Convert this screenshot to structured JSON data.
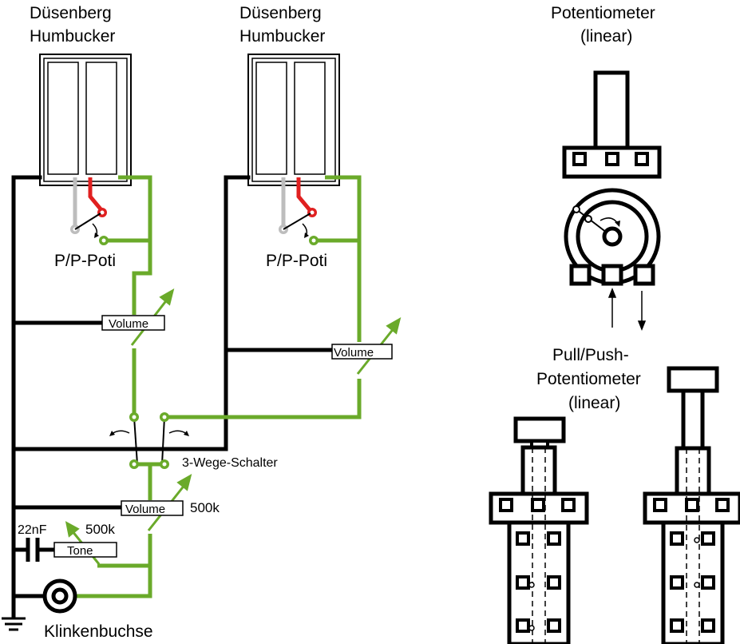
{
  "labels": {
    "pickup1_line1": "Düsenberg",
    "pickup1_line2": "Humbucker",
    "pickup2_line1": "Düsenberg",
    "pickup2_line2": "Humbucker",
    "pp_poti_1": "P/P-Poti",
    "pp_poti_2": "P/P-Poti",
    "volume_1": "Volume",
    "volume_2": "Volume",
    "volume_master": "Volume",
    "volume_master_value": "500k",
    "switch": "3-Wege-Schalter",
    "capacitor": "22nF",
    "tone": "Tone",
    "tone_value": "500k",
    "jack": "Klinkenbuchse",
    "pot_title_1": "Potentiometer",
    "pot_title_2": "(linear)",
    "pullpush_title_1": "Pull/Push-",
    "pullpush_title_2": "Potentiometer",
    "pullpush_title_3": "(linear)"
  },
  "colors": {
    "ground_wire": "#000000",
    "signal_wire": "#6aaa2a",
    "hot_wire": "#e02020",
    "neutral_wire": "#bdbdbd"
  }
}
